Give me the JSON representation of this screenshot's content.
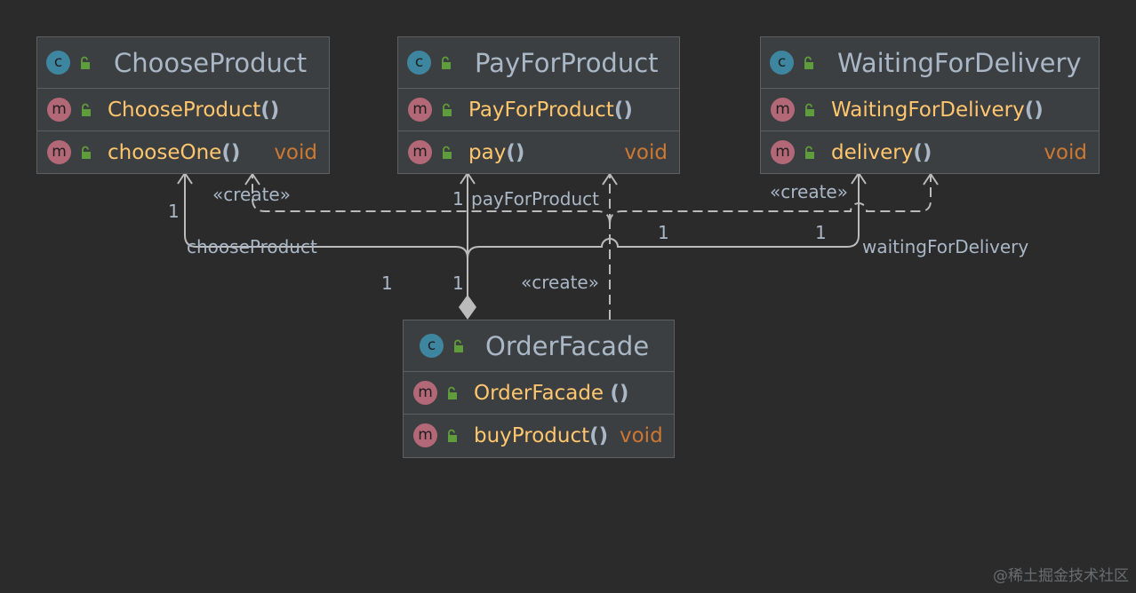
{
  "classes": {
    "choose_product": {
      "name": "ChooseProduct",
      "constructor": {
        "name": "ChooseProduct",
        "parens": "()"
      },
      "method": {
        "name": "chooseOne",
        "parens": "()",
        "return_type": "void"
      }
    },
    "pay_for_product": {
      "name": "PayForProduct",
      "constructor": {
        "name": "PayForProduct",
        "parens": "()"
      },
      "method": {
        "name": "pay",
        "parens": "()",
        "return_type": "void"
      }
    },
    "waiting_for_delivery": {
      "name": "WaitingForDelivery",
      "constructor": {
        "name": "WaitingForDelivery",
        "parens": "()"
      },
      "method": {
        "name": "delivery",
        "parens": "()",
        "return_type": "void"
      }
    },
    "order_facade": {
      "name": "OrderFacade",
      "constructor": {
        "name": "OrderFacade ",
        "parens": "()"
      },
      "method": {
        "name": "buyProduct",
        "parens": "()",
        "return_type": "void"
      }
    }
  },
  "badges": {
    "class_letter": "c",
    "method_letter": "m"
  },
  "labels": {
    "create_choose": "«create»",
    "create_waiting": "«create»",
    "create_facade": "«create»",
    "field_choose": "chooseProduct",
    "field_pay": "payForProduct",
    "field_waiting": "waitingForDelivery",
    "mult_choose_target": "1",
    "mult_pay_target": "1",
    "mult_left_one": "1",
    "mult_mid_one": "1",
    "mult_right_a": "1",
    "mult_right_b": "1"
  },
  "watermark": "@稀土掘金技术社区",
  "colors": {
    "background": "#2b2b2b",
    "class_fill": "#3c3f41",
    "border": "#5e6060",
    "class_badge": "#3e86a0",
    "method_badge": "#b36877",
    "lock": "#5f9c3b",
    "method_name": "#ffc66d",
    "return_type": "#cc7832",
    "text": "#a9b7c6",
    "line": "#bbbbbb"
  },
  "icons": [
    "class-icon",
    "method-icon",
    "public-lock-icon",
    "composition-diamond-icon",
    "open-arrow-icon"
  ]
}
